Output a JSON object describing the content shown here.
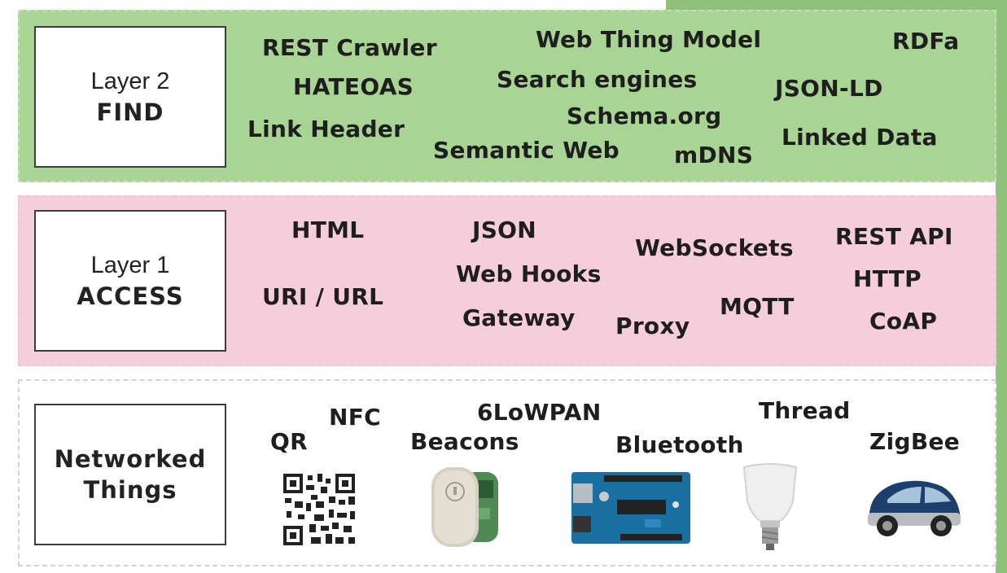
{
  "layers": {
    "find": {
      "label_line1": "Layer 2",
      "label_line2": "FIND",
      "color": "#a8d494",
      "terms": [
        "REST Crawler",
        "Web Thing Model",
        "RDFa",
        "HATEOAS",
        "Search engines",
        "JSON-LD",
        "Schema.org",
        "Link Header",
        "Semantic Web",
        "mDNS",
        "Linked Data"
      ]
    },
    "access": {
      "label_line1": "Layer 1",
      "label_line2": "ACCESS",
      "color": "#f6cedb",
      "terms": [
        "HTML",
        "JSON",
        "WebSockets",
        "REST API",
        "Web Hooks",
        "HTTP",
        "URI / URL",
        "MQTT",
        "Gateway",
        "Proxy",
        "CoAP"
      ]
    },
    "things": {
      "label_line1": "Networked",
      "label_line2": "Things",
      "color": "#ffffff",
      "terms": [
        "NFC",
        "6LoWPAN",
        "Thread",
        "QR",
        "Beacons",
        "Bluetooth",
        "ZigBee"
      ],
      "devices": [
        "qr-code-icon",
        "beacon-device-icon",
        "arduino-board-icon",
        "smart-bulb-icon",
        "smart-car-icon"
      ]
    }
  }
}
